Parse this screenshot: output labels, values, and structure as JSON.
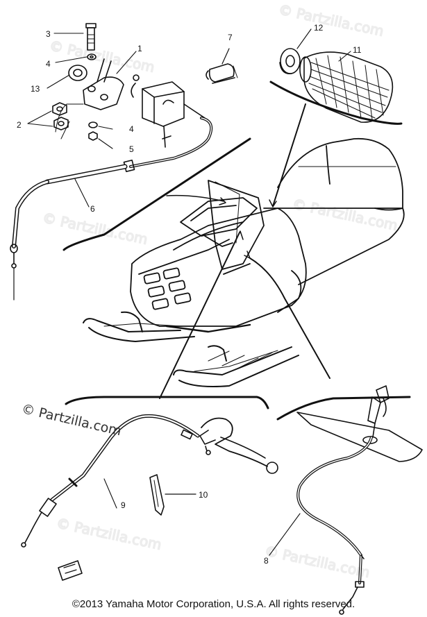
{
  "watermark": {
    "main": "© Partzilla.com",
    "faint": "© Partzilla.com"
  },
  "footer": {
    "copyright": "©2013  Yamaha Motor Corporation, U.S.A. All rights reserved."
  },
  "callouts": {
    "c1": "1",
    "c2": "2",
    "c3": "3",
    "c4a": "4",
    "c4b": "4",
    "c5": "5",
    "c6": "6",
    "c7": "7",
    "c8": "8",
    "c9": "9",
    "c10": "10",
    "c11": "11",
    "c12": "12",
    "c13": "13"
  },
  "colors": {
    "ink": "#111111",
    "paper": "#ffffff"
  }
}
